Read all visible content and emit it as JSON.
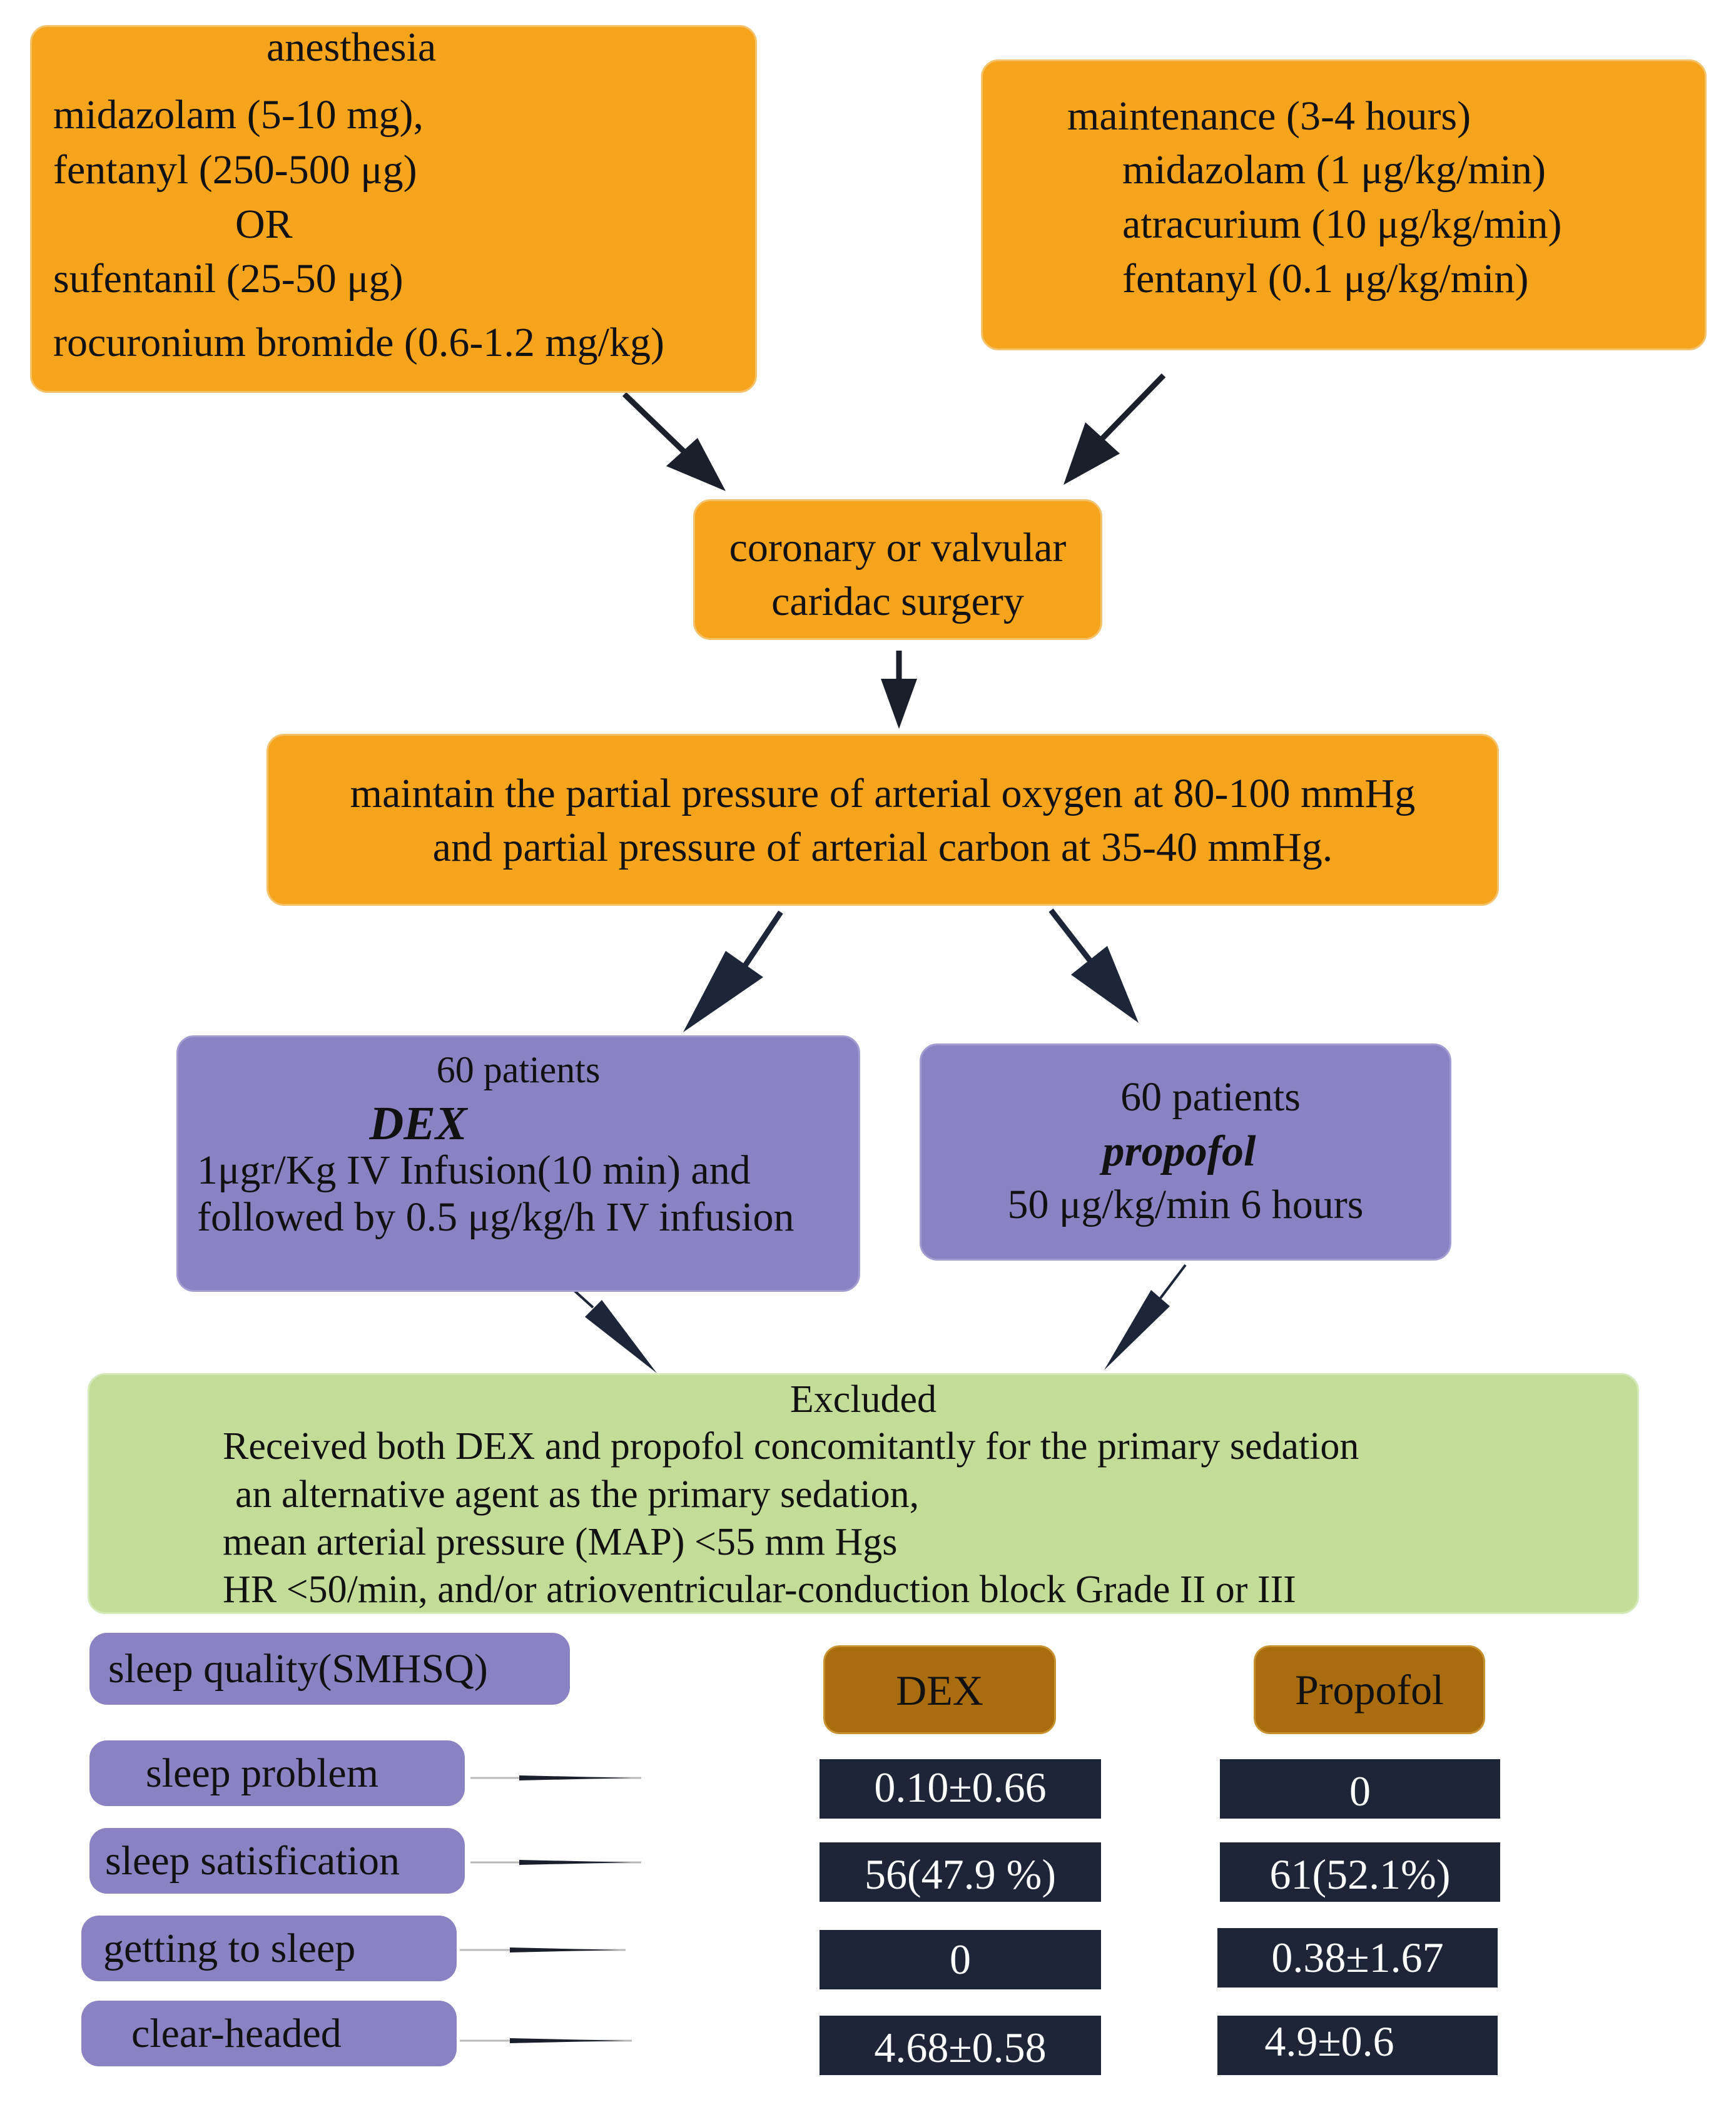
{
  "anesthesia_box": {
    "title": "anesthesia",
    "lines": [
      "midazolam (5-10 mg),",
      "fentanyl (250-500 μg)",
      "OR",
      "sufentanil (25-50 μg)",
      "rocuronium bromide (0.6-1.2 mg/kg)"
    ]
  },
  "maintenance_box": {
    "title": "maintenance (3-4 hours)",
    "lines": [
      "midazolam (1 μg/kg/min)",
      "atracurium (10 μg/kg/min)",
      "fentanyl (0.1 μg/kg/min)"
    ]
  },
  "surgery_box": {
    "lines": [
      "coronary or valvular",
      "caridac surgery"
    ]
  },
  "oxygen_box": {
    "lines": [
      "maintain the partial pressure of arterial oxygen at 80-100 mmHg",
      "and partial pressure of arterial carbon at 35-40 mmHg."
    ]
  },
  "dex_group": {
    "count": "60 patients",
    "name": "DEX",
    "lines": [
      "1μgr/Kg IV Infusion(10 min) and",
      "followed by 0.5 μg/kg/h IV infusion"
    ]
  },
  "propofol_group": {
    "count": "60 patients",
    "name": "propofol",
    "dose": "50 μg/kg/min 6 hours"
  },
  "excluded_box": {
    "title": "Excluded",
    "lines": [
      "Received both DEX and propofol concomitantly for the primary sedation",
      "an alternative agent as the primary sedation,",
      "mean arterial pressure (MAP) <55 mm Hgs",
      "HR <50/min, and/or atrioventricular-conduction block Grade II or III"
    ]
  },
  "results": {
    "header": "sleep quality(SMHSQ)",
    "columns": [
      "DEX",
      "Propofol"
    ],
    "rows": [
      {
        "label": "sleep problem",
        "dex": "0.10±0.66",
        "propofol": "0"
      },
      {
        "label": "sleep satisfication",
        "dex": "56(47.9 %)",
        "propofol": "61(52.1%)"
      },
      {
        "label": "getting to sleep",
        "dex": "0",
        "propofol": "0.38±1.67"
      },
      {
        "label": "clear-headed",
        "dex": "4.68±0.58",
        "propofol": "4.9±0.6"
      }
    ]
  },
  "colors": {
    "orange": "#f7a41d",
    "purple": "#8a82c3",
    "green": "#c3dd99",
    "brown": "#a96d0f",
    "navy": "#1d2536",
    "arrow": "#1a1f2b"
  }
}
